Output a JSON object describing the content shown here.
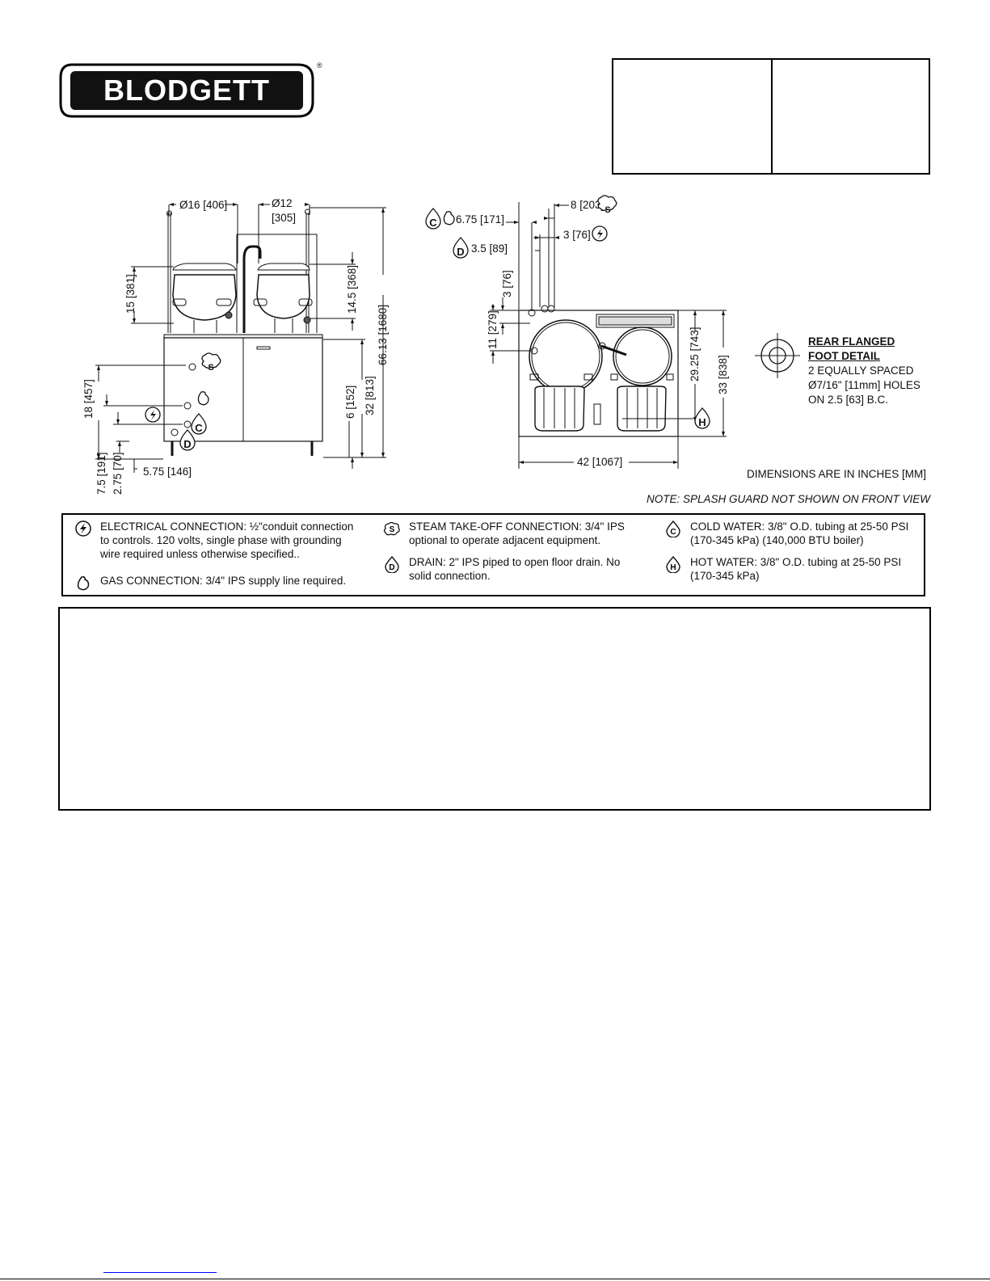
{
  "brand": {
    "logo_text": "BLODGETT",
    "registered": "®"
  },
  "front_view": {
    "dims": {
      "d16": "Ø16 [406]",
      "d12a": "Ø12",
      "d12b": "[305]",
      "h15": "15 [381]",
      "h145": "14.5 [368]",
      "h6613": "66.13 [1680]",
      "h18": "18 [457]",
      "h6": "6 [152]",
      "h32": "32 [813]",
      "h75": "7.5 [191]",
      "h275": "2.75 [70]",
      "w575": "5.75 [146]"
    }
  },
  "rear_view": {
    "dims": {
      "d675": "6.75 [171]",
      "d8": "8 [203]",
      "d3a": "3 [76]",
      "d35": "3.5 [89]",
      "d3b": "3 [76]",
      "d11": "11 [279]",
      "d2925": "29.25 [743]",
      "d33": "33 [838]",
      "d42": "42 [1067]"
    }
  },
  "rear_flanged": {
    "title1": "REAR FLANGED",
    "title2": "FOOT DETAIL",
    "line1": "2 EQUALLY SPACED",
    "line2": "Ø7/16\" [11mm] HOLES",
    "line3": "ON 2.5 [63] B.C."
  },
  "notes": {
    "dimensions": "DIMENSIONS ARE IN INCHES [MM]",
    "splash": "NOTE: SPLASH GUARD NOT SHOWN ON FRONT VIEW"
  },
  "legend": {
    "electrical": {
      "icon": "lightning-icon",
      "l1": "ELECTRICAL CONNECTION: ½\"conduit connection",
      "l2": "to controls.  120 volts, single phase with grounding",
      "l3": "wire required unless otherwise specified.."
    },
    "gas": {
      "icon": "flame-icon",
      "l1": "GAS CONNECTION: 3/4\" IPS supply line required."
    },
    "steam": {
      "icon": "steam-s-icon",
      "l1": "STEAM TAKE-OFF CONNECTION: 3/4\" IPS",
      "l2": "optional to operate adjacent equipment."
    },
    "drain": {
      "icon": "drain-d-icon",
      "l1": "DRAIN: 2\" IPS piped to open floor drain. No",
      "l2": "solid connection."
    },
    "cold": {
      "icon": "cold-water-c-icon",
      "l1": "COLD WATER: 3/8\" O.D. tubing at 25-50 PSI",
      "l2": "(170-345 kPa) (140,000 BTU boiler)"
    },
    "hot": {
      "icon": "hot-water-h-icon",
      "l1": "HOT WATER: 3/8\" O.D. tubing at 25-50 PSI",
      "l2": "(170-345 kPa)"
    }
  }
}
